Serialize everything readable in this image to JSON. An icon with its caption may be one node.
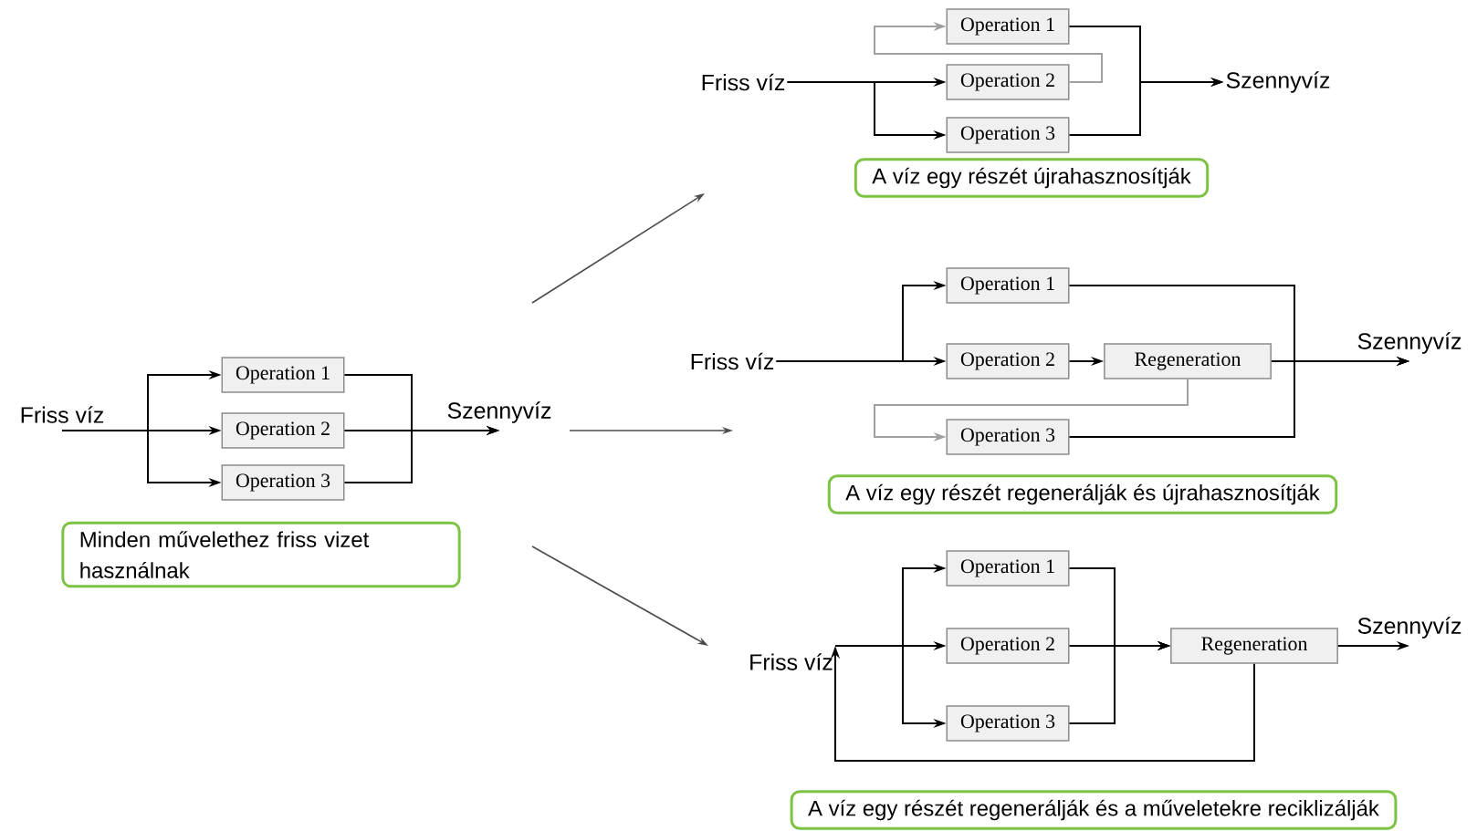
{
  "diagram": {
    "nodes": [
      {
        "text": [
          "Friss víz"
        ]
      },
      {
        "text": [
          "Operation 1"
        ]
      },
      {
        "text": [
          "Operation 2"
        ]
      },
      {
        "text": [
          "Operation 3"
        ]
      },
      {
        "text": [
          "Szennyvíz"
        ]
      },
      {
        "text": [
          "Minden művelethez friss vizet használnak"
        ]
      },
      {
        "text": [
          "Friss víz"
        ]
      },
      {
        "text": [
          "Operation 1"
        ]
      },
      {
        "text": [
          "Operation 2"
        ]
      },
      {
        "text": [
          "Operation 3"
        ]
      },
      {
        "text": [
          "Szennyvíz"
        ]
      },
      {
        "text": [
          "A víz egy részét újrahasznosítják"
        ]
      },
      {
        "text": [
          "Friss víz"
        ]
      },
      {
        "text": [
          "Operation 1"
        ]
      },
      {
        "text": [
          "Operation 2"
        ]
      },
      {
        "text": [
          "Regeneration"
        ]
      },
      {
        "text": [
          "Operation 3"
        ]
      },
      {
        "text": [
          "Szennyvíz"
        ]
      },
      {
        "text": [
          "A víz egy részét regenerálják és újrahasznosítják"
        ]
      },
      {
        "text": [
          "Friss víz"
        ]
      },
      {
        "text": [
          "Operation 1"
        ]
      },
      {
        "text": [
          "Operation 2"
        ]
      },
      {
        "text": [
          "Operation 3"
        ]
      },
      {
        "text": [
          "Regeneration"
        ]
      },
      {
        "text": [
          "Szennyvíz"
        ]
      },
      {
        "text": [
          "A víz egy részét regenerálják és a műveletekre reciklizálják"
        ]
      }
    ],
    "edges": [
      {
        "from": 0,
        "to": 1,
        "arrow": "to"
      },
      {
        "from": 0,
        "to": 2,
        "arrow": "to"
      },
      {
        "from": 0,
        "to": 3,
        "arrow": "to"
      },
      {
        "from": 1,
        "to": 4,
        "arrow": "to"
      },
      {
        "from": 2,
        "to": 4,
        "arrow": "to"
      },
      {
        "from": 3,
        "to": 4,
        "arrow": "to"
      },
      {
        "from": 6,
        "to": 8,
        "arrow": "to"
      },
      {
        "from": 6,
        "to": 9,
        "arrow": "to"
      },
      {
        "from": 8,
        "to": 7,
        "arrow": "to",
        "color": "#a0a0a0"
      },
      {
        "from": 7,
        "to": 10,
        "arrow": "to"
      },
      {
        "from": 9,
        "to": 10,
        "arrow": "to"
      },
      {
        "from": 12,
        "to": 13,
        "arrow": "to"
      },
      {
        "from": 12,
        "to": 14,
        "arrow": "to"
      },
      {
        "from": 14,
        "to": 15,
        "arrow": "to"
      },
      {
        "from": 15,
        "to": 16,
        "arrow": "to",
        "color": "#a0a0a0"
      },
      {
        "from": 13,
        "to": 17,
        "arrow": "to"
      },
      {
        "from": 15,
        "to": 17,
        "arrow": "to"
      },
      {
        "from": 16,
        "to": 17,
        "arrow": "to"
      },
      {
        "from": 19,
        "to": 20,
        "arrow": "to"
      },
      {
        "from": 19,
        "to": 21,
        "arrow": "to"
      },
      {
        "from": 19,
        "to": 22,
        "arrow": "to"
      },
      {
        "from": 20,
        "to": 23,
        "arrow": "to"
      },
      {
        "from": 21,
        "to": 23,
        "arrow": "to"
      },
      {
        "from": 22,
        "to": 23,
        "arrow": "to"
      },
      {
        "from": 23,
        "to": 24,
        "arrow": "to"
      },
      {
        "from": 23,
        "to": 19,
        "arrow": "to"
      }
    ]
  }
}
